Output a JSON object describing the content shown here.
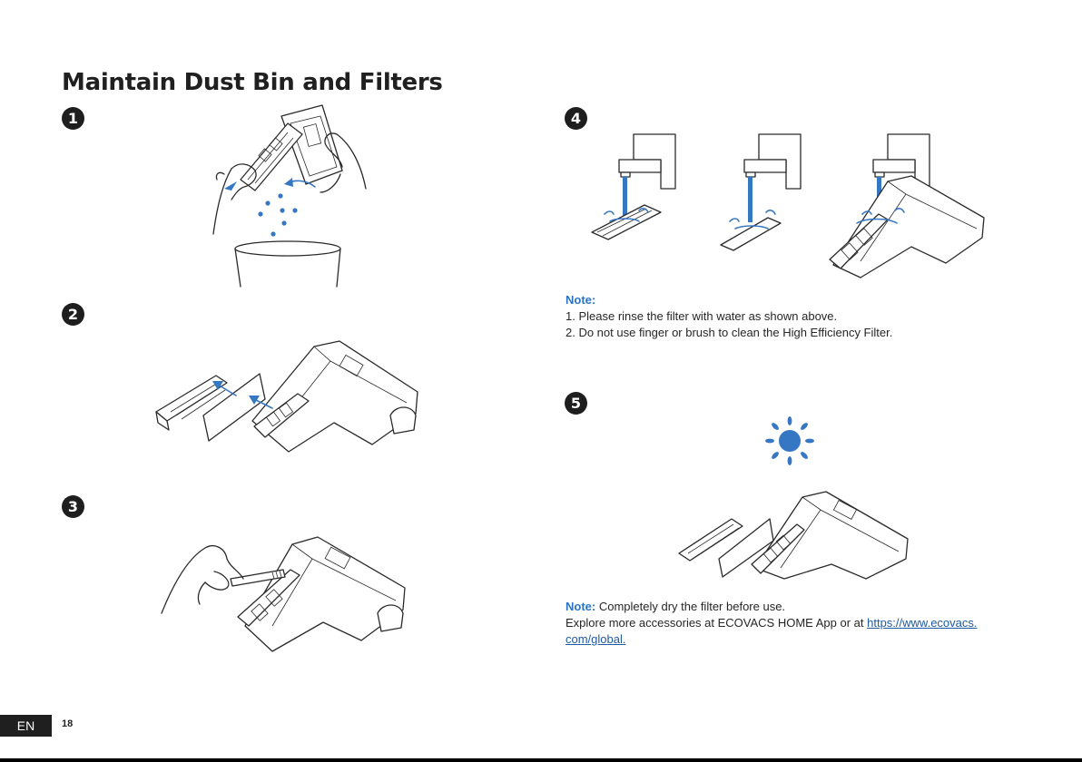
{
  "page": {
    "title": "Maintain Dust Bin and Filters",
    "language_tag": "EN",
    "page_number": "18"
  },
  "steps": [
    {
      "number": "1",
      "illustration": "empty-dust-bin-into-trash"
    },
    {
      "number": "2",
      "illustration": "remove-filters-from-dust-bin"
    },
    {
      "number": "3",
      "illustration": "clean-filter-with-brush"
    },
    {
      "number": "4",
      "illustration": "rinse-filters-under-tap"
    },
    {
      "number": "5",
      "illustration": "dry-filters-in-sun"
    }
  ],
  "note_rinse": {
    "label": "Note:",
    "lines": [
      "1. Please rinse the filter with water as shown above.",
      "2. Do not use finger or brush to clean the High Efficiency Filter."
    ]
  },
  "note_dry": {
    "label": "Note:",
    "text": " Completely dry the filter before use.",
    "explore_text": "Explore more accessories at ECOVACS HOME App or at ",
    "link_line1": "https://www.ecovacs.",
    "link_line2": "com/global."
  },
  "colors": {
    "accent_blue": "#3577c2",
    "note_blue": "#2a74c3",
    "ink": "#2a2a2a"
  }
}
